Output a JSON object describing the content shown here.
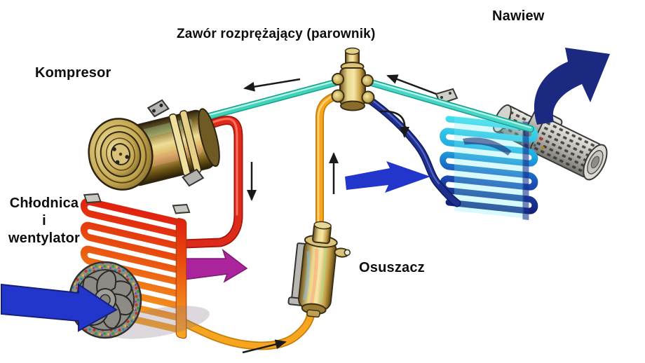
{
  "diagram": {
    "labels": {
      "compressor": "Kompresor",
      "expansion_valve": "Zawór rozprężający (parownik)",
      "air_outlet": "Nawiew",
      "condenser": [
        "Chłodnica",
        "i",
        "wentylator"
      ],
      "drier": "Osuszacz"
    },
    "colors": {
      "discharge_pipe_red": "#dd2b1b",
      "liquid_pipe_orange": "#f6a51f",
      "suction_pipe_teal": "#41d2ba",
      "evaporator_inlet_navy": "#1d2f8f",
      "evaporator_cyan": "#43dcec",
      "condenser_red": "#e01f10",
      "condenser_orange": "#f8a91e",
      "airflow_blue": "#2336cb",
      "airflow_navy": "#1b2a80",
      "hot_air_magenta": "#ac249c",
      "flow_arrow_black": "#1a1a1a"
    }
  }
}
